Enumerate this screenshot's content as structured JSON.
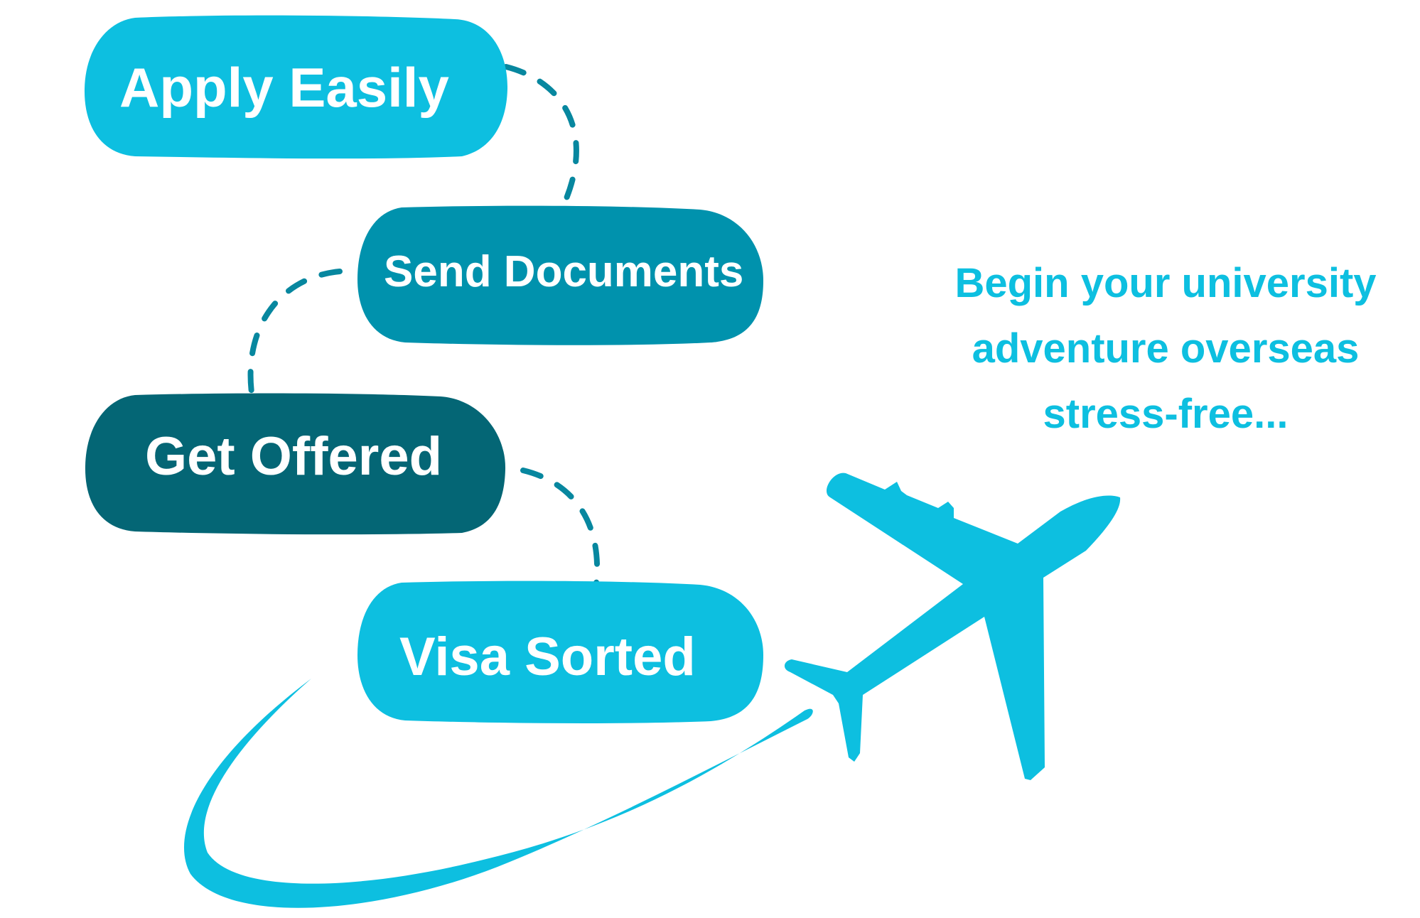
{
  "colors": {
    "background": "#ffffff",
    "accent_light": "#0dbfe0",
    "accent_mid": "#0092ad",
    "accent_dark": "#046675",
    "connector": "#07879f",
    "label_text": "#ffffff",
    "tagline": "#0dbfe0"
  },
  "steps": [
    {
      "label": "Apply Easily",
      "color": "#0dbfe0"
    },
    {
      "label": "Send Documents",
      "color": "#0092ad"
    },
    {
      "label": "Get Offered",
      "color": "#046675"
    },
    {
      "label": "Visa Sorted",
      "color": "#0dbfe0"
    }
  ],
  "tagline": {
    "lines": [
      "Begin your university",
      "adventure overseas",
      "stress-free..."
    ]
  },
  "icons": {
    "plane": "airplane-icon",
    "trail": "flight-trail-swoosh"
  }
}
